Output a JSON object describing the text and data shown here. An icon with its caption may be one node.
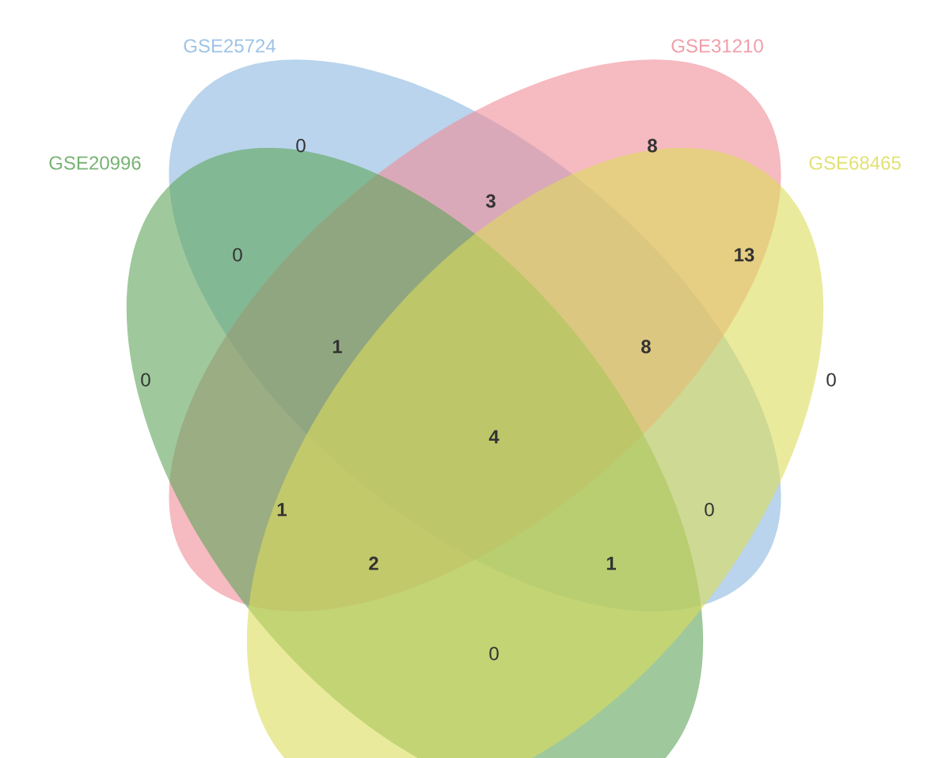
{
  "diagram": {
    "nodes": [
      {
        "text": [
          "GSE25724"
        ]
      },
      {
        "text": [
          "GSE31210"
        ]
      },
      {
        "text": [
          "GSE20996"
        ]
      },
      {
        "text": [
          "GSE68465"
        ]
      }
    ],
    "labels": [
      "0",
      "8",
      "3",
      "0",
      "13",
      "1",
      "8",
      "0",
      "0",
      "4",
      "1",
      "0",
      "2",
      "1",
      "0"
    ]
  }
}
